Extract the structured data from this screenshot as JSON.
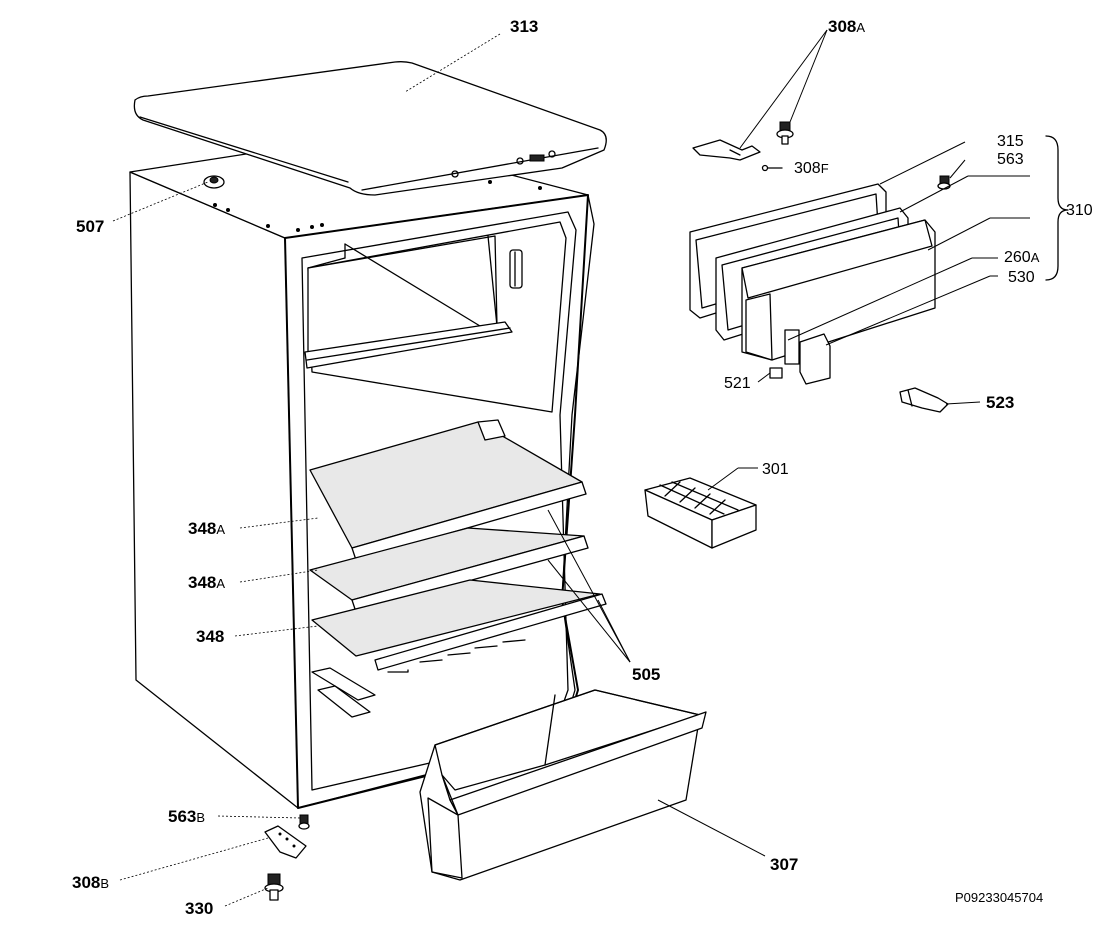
{
  "reference_code": "P09233045704",
  "callouts": {
    "c313": {
      "num": "313",
      "suffix": ""
    },
    "c308A": {
      "num": "308",
      "suffix": "A"
    },
    "c308F": {
      "num": "308",
      "suffix": "F"
    },
    "c507": {
      "num": "507",
      "suffix": ""
    },
    "c315": {
      "num": "315",
      "suffix": ""
    },
    "c563": {
      "num": "563",
      "suffix": ""
    },
    "c310": {
      "num": "310",
      "suffix": ""
    },
    "c260A": {
      "num": "260",
      "suffix": "A"
    },
    "c530": {
      "num": "530",
      "suffix": ""
    },
    "c521": {
      "num": "521",
      "suffix": ""
    },
    "c523": {
      "num": "523",
      "suffix": ""
    },
    "c301": {
      "num": "301",
      "suffix": ""
    },
    "c348A1": {
      "num": "348",
      "suffix": "A"
    },
    "c348A2": {
      "num": "348",
      "suffix": "A"
    },
    "c348": {
      "num": "348",
      "suffix": ""
    },
    "c505": {
      "num": "505",
      "suffix": ""
    },
    "c563B": {
      "num": "563",
      "suffix": "B"
    },
    "c308B": {
      "num": "308",
      "suffix": "B"
    },
    "c307": {
      "num": "307",
      "suffix": ""
    },
    "c330": {
      "num": "330",
      "suffix": ""
    }
  }
}
